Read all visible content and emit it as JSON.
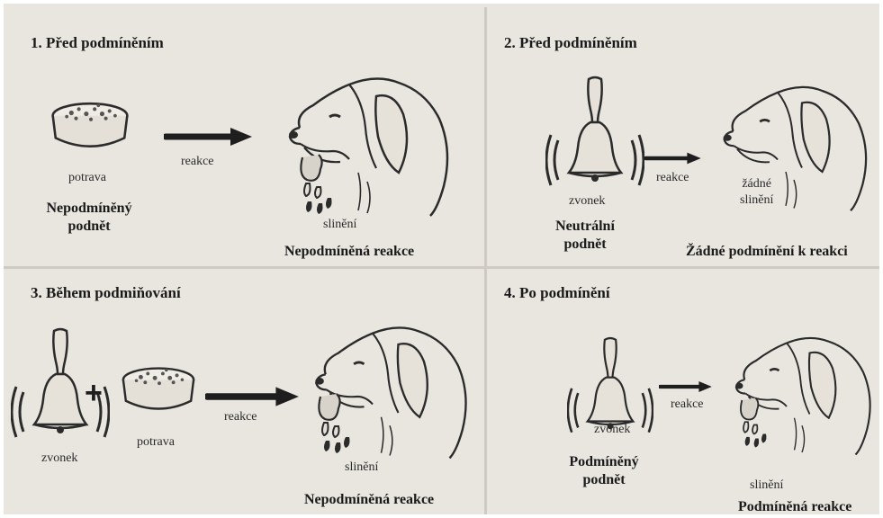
{
  "panels": [
    {
      "title": "1. Před podmíněním",
      "stimulus": "potrava",
      "arrow_label": "reakce",
      "response_label": "slinění",
      "stimulus_type_line1": "Nepodmíněný",
      "stimulus_type_line2": "podnět",
      "response_type": "Nepodmíněná reakce"
    },
    {
      "title": "2. Před podmíněním",
      "stimulus": "zvonek",
      "arrow_label": "reakce",
      "response_label_line1": "žádné",
      "response_label_line2": "slinění",
      "stimulus_type_line1": "Neutrální",
      "stimulus_type_line2": "podnět",
      "response_type": "Žádné podmínění k reakci"
    },
    {
      "title": "3. Během podmiňování",
      "stimulus_bell": "zvonek",
      "stimulus_food": "potrava",
      "arrow_label": "reakce",
      "response_label": "slinění",
      "response_type": "Nepodmíněná reakce"
    },
    {
      "title": "4. Po podmínění",
      "stimulus": "zvonek",
      "arrow_label": "reakce",
      "response_label": "slinění",
      "stimulus_type_line1": "Podmíněný",
      "stimulus_type_line2": "podnět",
      "response_type": "Podmíněná reakce"
    }
  ]
}
